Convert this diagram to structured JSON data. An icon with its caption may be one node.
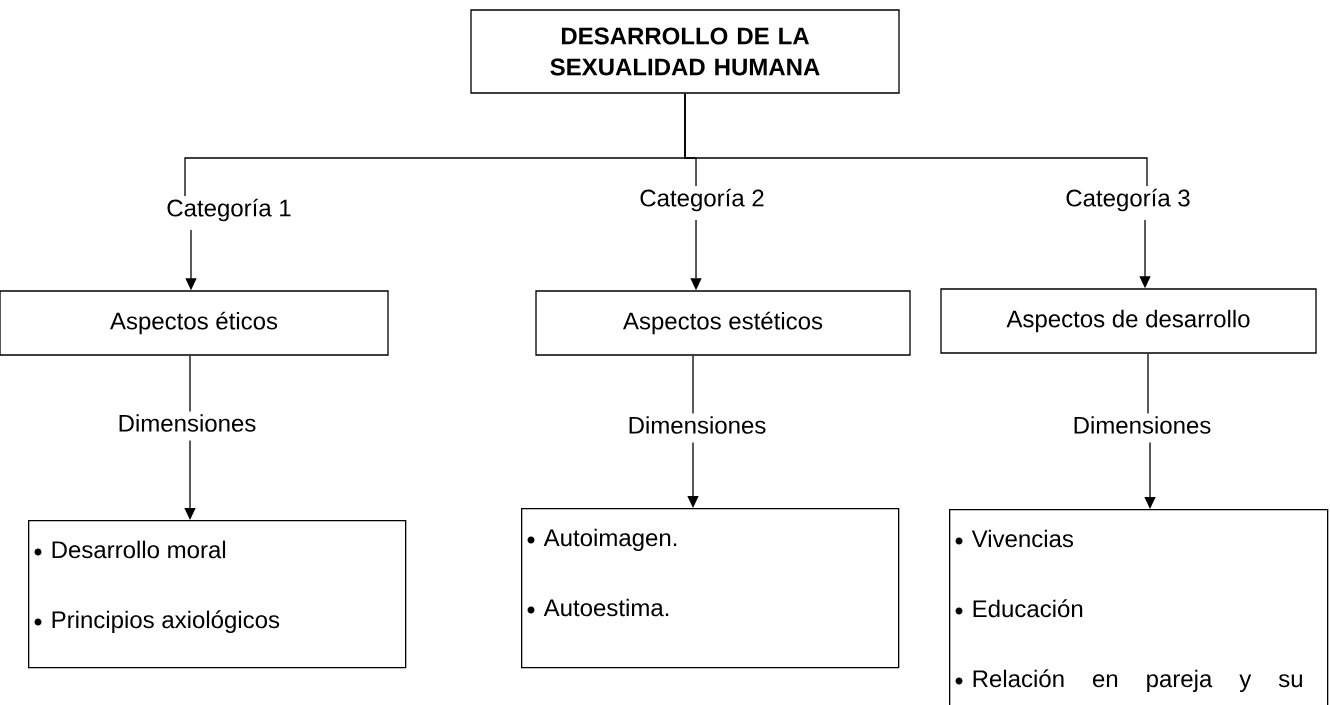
{
  "diagram": {
    "nodes": [
      {
        "text": [
          "DESARROLLO DE LA SEXUALIDAD HUMANA"
        ]
      },
      {
        "text": [
          "Categoría 1"
        ]
      },
      {
        "text": [
          "Categoría 2"
        ]
      },
      {
        "text": [
          "Categoría 3"
        ]
      },
      {
        "text": [
          "Aspectos éticos"
        ]
      },
      {
        "text": [
          "Aspectos estéticos"
        ]
      },
      {
        "text": [
          "Aspectos  de desarrollo"
        ]
      },
      {
        "text": [
          "Dimensiones"
        ]
      },
      {
        "text": [
          "Dimensiones"
        ]
      },
      {
        "text": [
          "Dimensiones"
        ]
      },
      {
        "text": [
          "Desarrollo moral",
          "Principios axiológicos"
        ]
      },
      {
        "text": [
          "Autoimagen.",
          "Autoestima."
        ]
      },
      {
        "text": [
          "Vivencias",
          "Educación",
          "Relación en pareja y su"
        ]
      }
    ],
    "edges": [
      {
        "from": 0,
        "to": 1,
        "arrow": "none"
      },
      {
        "from": 0,
        "to": 2,
        "arrow": "none"
      },
      {
        "from": 0,
        "to": 3,
        "arrow": "none"
      },
      {
        "from": 1,
        "to": 4,
        "arrow": "to"
      },
      {
        "from": 2,
        "to": 5,
        "arrow": "to"
      },
      {
        "from": 3,
        "to": 6,
        "arrow": "to"
      },
      {
        "from": 4,
        "to": 7,
        "arrow": "none"
      },
      {
        "from": 5,
        "to": 8,
        "arrow": "none"
      },
      {
        "from": 6,
        "to": 9,
        "arrow": "none"
      },
      {
        "from": 7,
        "to": 10,
        "arrow": "to"
      },
      {
        "from": 8,
        "to": 11,
        "arrow": "to"
      },
      {
        "from": 9,
        "to": 12,
        "arrow": "to"
      }
    ]
  }
}
